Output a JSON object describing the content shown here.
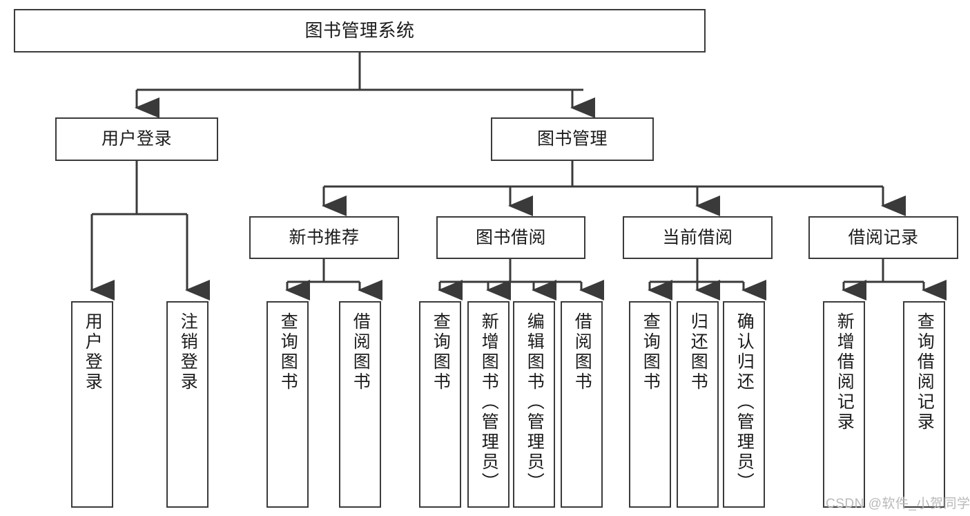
{
  "diagram": {
    "type": "tree-hierarchy-chart",
    "title": "图书管理系统",
    "nodes": {
      "root": {
        "label": "图书管理系统",
        "name": "node-root-library-management-system"
      },
      "level2": [
        {
          "label": "用户登录",
          "name": "node-user-login"
        },
        {
          "label": "图书管理",
          "name": "node-book-management"
        }
      ],
      "level3": [
        {
          "label": "新书推荐",
          "name": "node-new-book-recommendation"
        },
        {
          "label": "图书借阅",
          "name": "node-book-borrowing"
        },
        {
          "label": "当前借阅",
          "name": "node-current-borrowing"
        },
        {
          "label": "借阅记录",
          "name": "node-borrowing-records"
        }
      ],
      "leaves": {
        "user_login": [
          {
            "label": "用户登录",
            "name": "leaf-user-login"
          },
          {
            "label": "注销登录",
            "name": "leaf-logout"
          }
        ],
        "new_book_recommendation": [
          {
            "label": "查询图书",
            "name": "leaf-query-book-recommend"
          },
          {
            "label": "借阅图书",
            "name": "leaf-borrow-book-recommend"
          }
        ],
        "book_borrowing": [
          {
            "label": "查询图书",
            "name": "leaf-query-book-borrowing"
          },
          {
            "label": "新增图书（管理员）",
            "name": "leaf-add-book-admin"
          },
          {
            "label": "编辑图书（管理员）",
            "name": "leaf-edit-book-admin"
          },
          {
            "label": "借阅图书",
            "name": "leaf-borrow-book-borrowing"
          }
        ],
        "current_borrowing": [
          {
            "label": "查询图书",
            "name": "leaf-query-book-current"
          },
          {
            "label": "归还图书",
            "name": "leaf-return-book"
          },
          {
            "label": "确认归还（管理员）",
            "name": "leaf-confirm-return-admin"
          }
        ],
        "borrowing_records": [
          {
            "label": "新增借阅记录",
            "name": "leaf-add-borrow-record"
          },
          {
            "label": "查询借阅记录",
            "name": "leaf-query-borrow-record"
          }
        ]
      }
    },
    "colors": {
      "box_border": "#3a3a3a",
      "box_fill": "#ffffff",
      "connector": "#3a3a3a",
      "text": "#1b1b1b",
      "watermark": "#b9b9b9",
      "background": "#ffffff"
    }
  },
  "watermark": {
    "text": "CSDN @软件_小贺同学"
  }
}
